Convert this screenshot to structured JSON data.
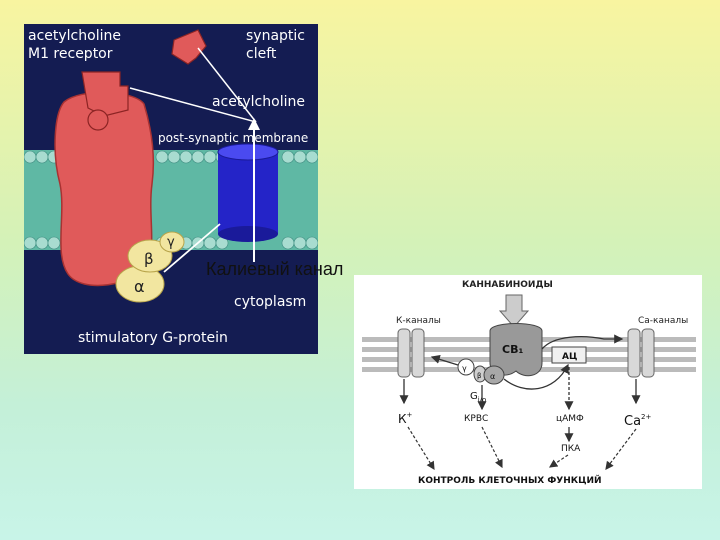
{
  "caption": "Калиевый канал",
  "left": {
    "labels": {
      "receptor": [
        "acetylcholine",
        "M1 receptor"
      ],
      "cleft": [
        "synaptic",
        "cleft"
      ],
      "ach": "acetylcholine",
      "membrane": "post-synaptic membrane",
      "cytoplasm": "cytoplasm",
      "gprotein": "stimulatory G-protein",
      "alpha": "α",
      "beta": "β",
      "gamma": "γ"
    },
    "colors": {
      "background": "#141c52",
      "receptor": "#e05a5a",
      "channel": "#2424c8",
      "gprotein": "#f2e6a0",
      "membrane": "#5fb8a4"
    }
  },
  "right": {
    "title": "КАННАБИНОИДЫ",
    "k_channels": "К-каналы",
    "ca_channels": "Са-каналы",
    "cb1": "СВ₁",
    "ac": "АЦ",
    "g_io": "G",
    "g_io_sub": "i/o",
    "k_ion": "К",
    "k_sup": "+",
    "ca_ion": "Ca",
    "ca_sup": "2+",
    "krvs": "КРВС",
    "camp": "цАМФ",
    "pka": "ПКА",
    "control": "КОНТРОЛЬ КЛЕТОЧНЫХ ФУНКЦИЙ",
    "gamma": "γ",
    "beta": "β",
    "alpha": "α"
  }
}
